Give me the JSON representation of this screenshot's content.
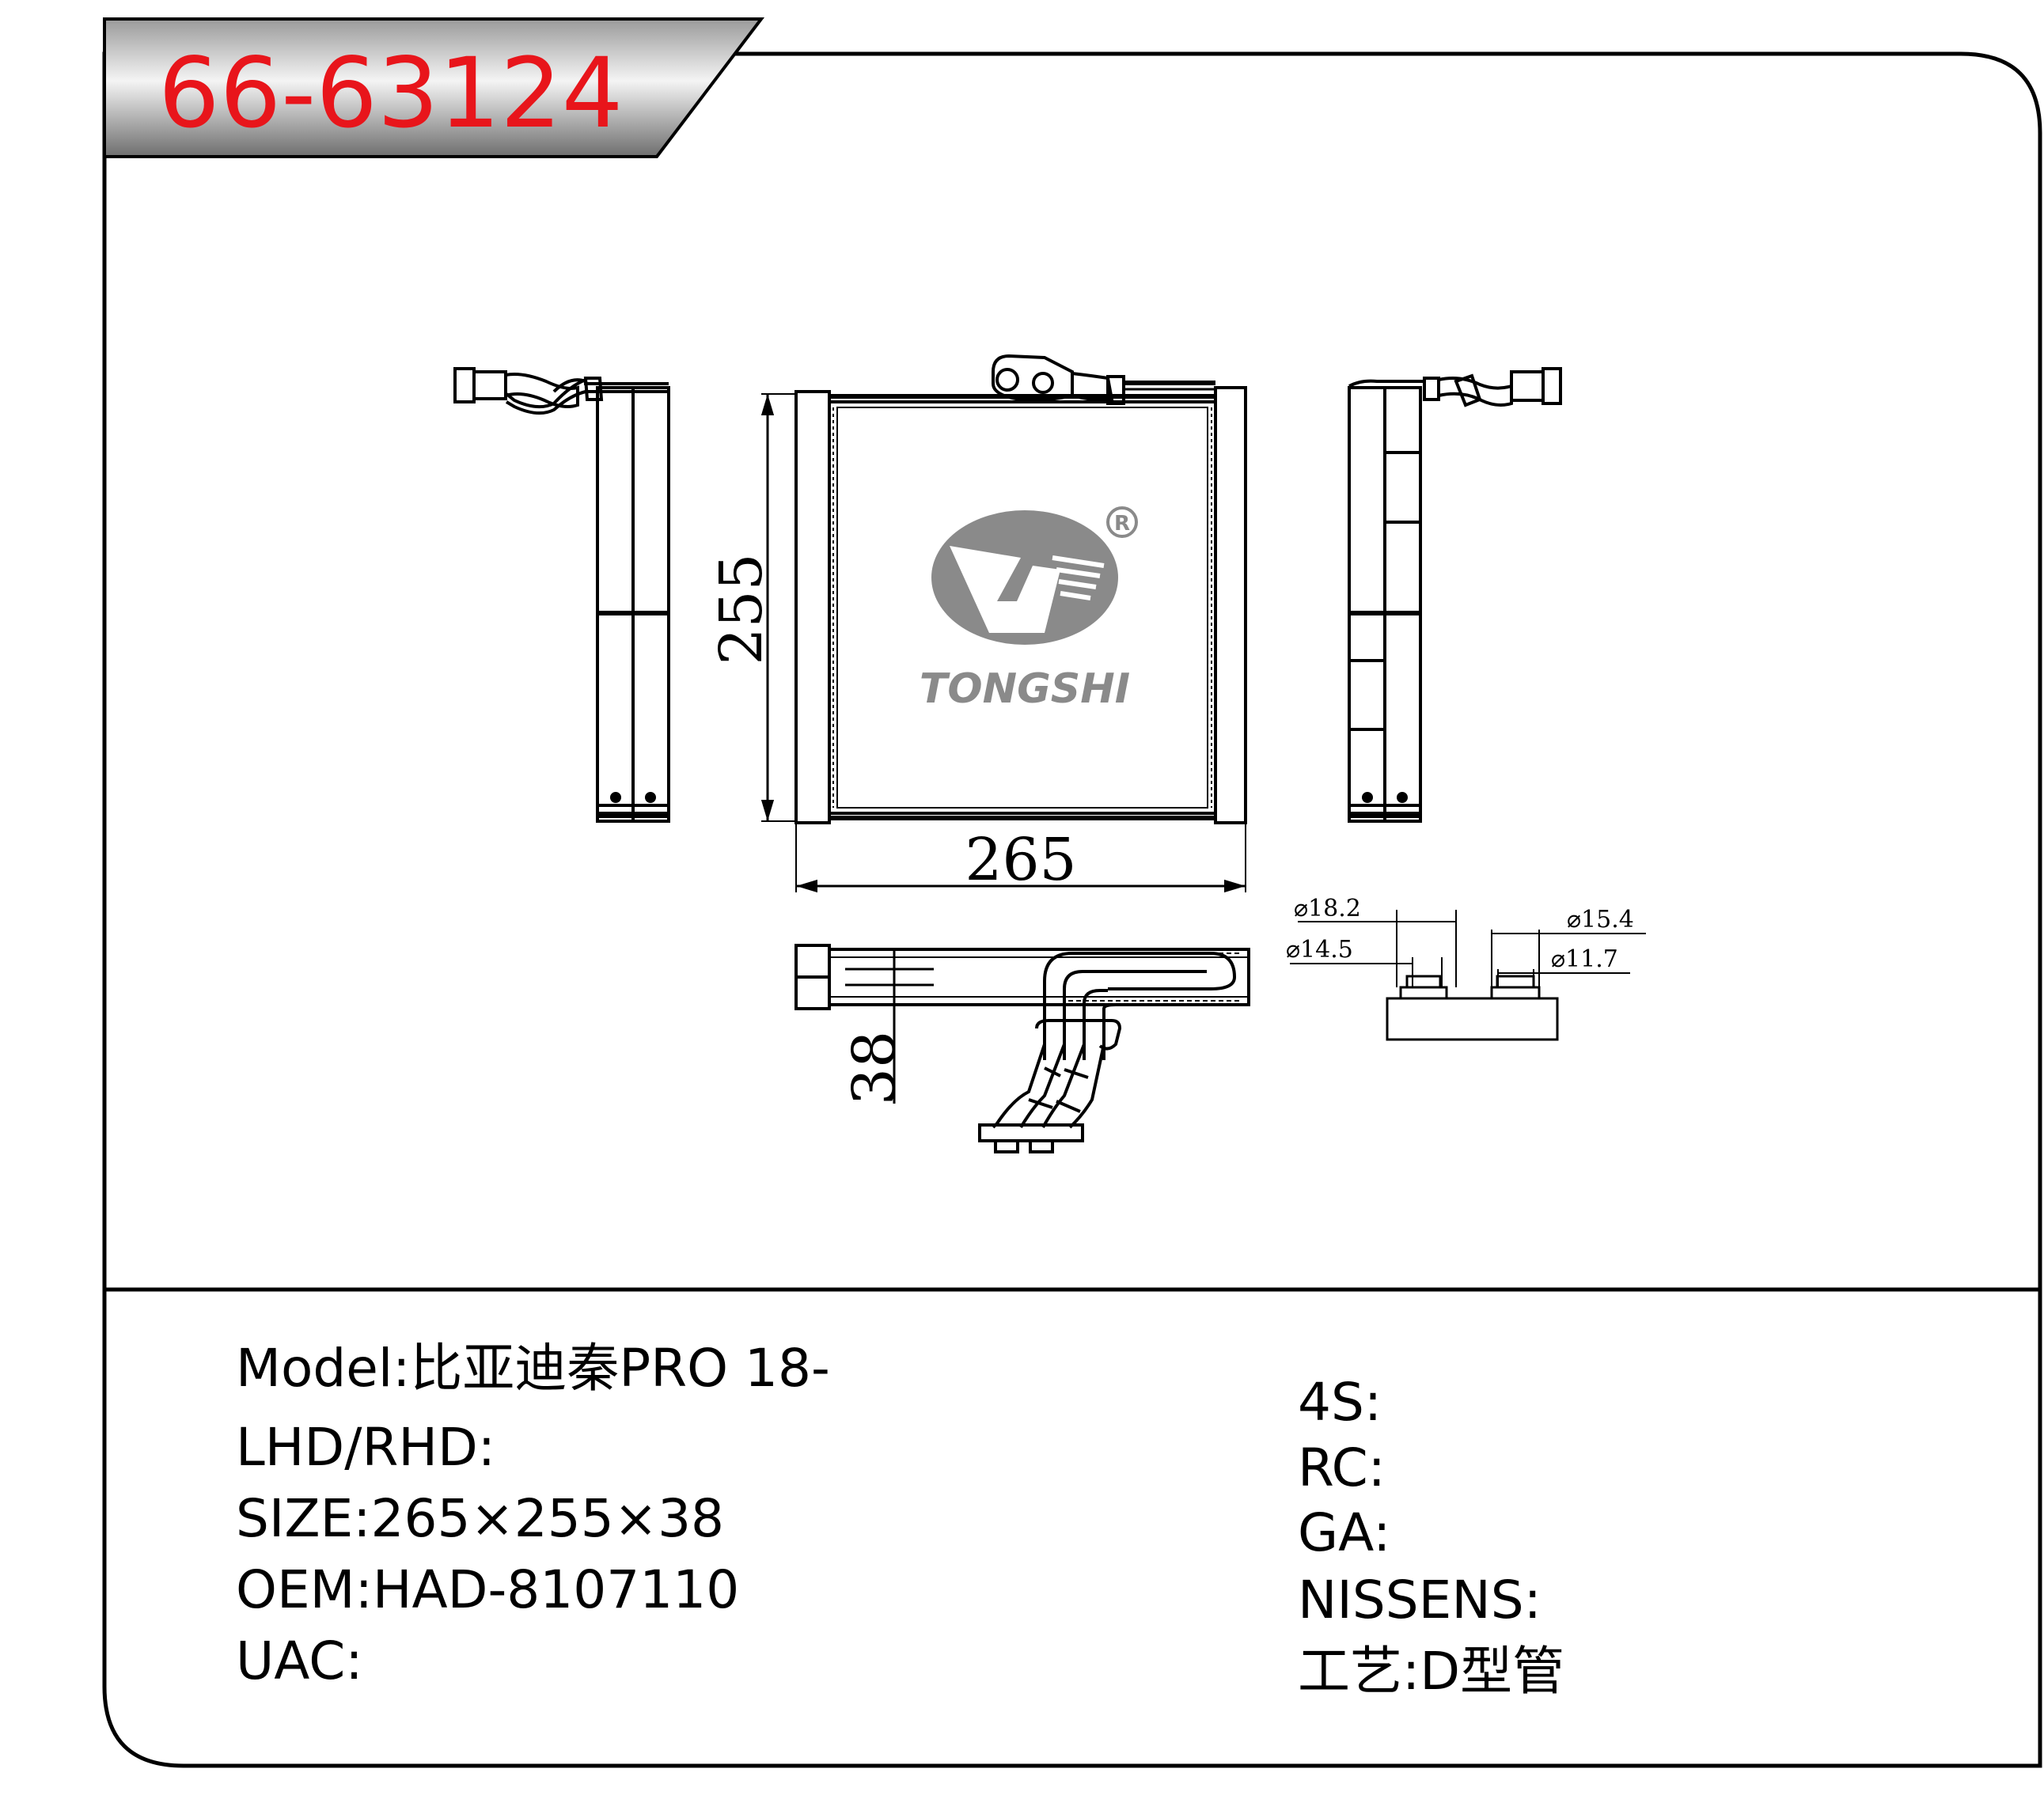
{
  "header": {
    "part_number": "66-63124",
    "part_number_color": "#e8151b"
  },
  "drawing": {
    "dim_height": "255",
    "dim_width": "265",
    "dim_depth": "38",
    "dia_outer_left": "⌀18.2",
    "dia_inner_left": "⌀14.5",
    "dia_outer_right": "⌀15.4",
    "dia_inner_right": "⌀11.7"
  },
  "logo": {
    "text": "TONGSHI",
    "registered_mark": "R",
    "color": "#8a8a8a"
  },
  "specs_left": [
    {
      "label": "Model:",
      "value": "比亚迪秦PRO 18-"
    },
    {
      "label": "LHD/RHD:",
      "value": ""
    },
    {
      "label": "SIZE:",
      "value": "265×255×38"
    },
    {
      "label": "OEM:",
      "value": "HAD-8107110"
    },
    {
      "label": "UAC:",
      "value": ""
    }
  ],
  "specs_right": [
    {
      "label": "4S:",
      "value": ""
    },
    {
      "label": "RC:",
      "value": ""
    },
    {
      "label": "GA:",
      "value": ""
    },
    {
      "label": "NISSENS:",
      "value": ""
    },
    {
      "label": "工艺:",
      "value": "D型管"
    }
  ]
}
